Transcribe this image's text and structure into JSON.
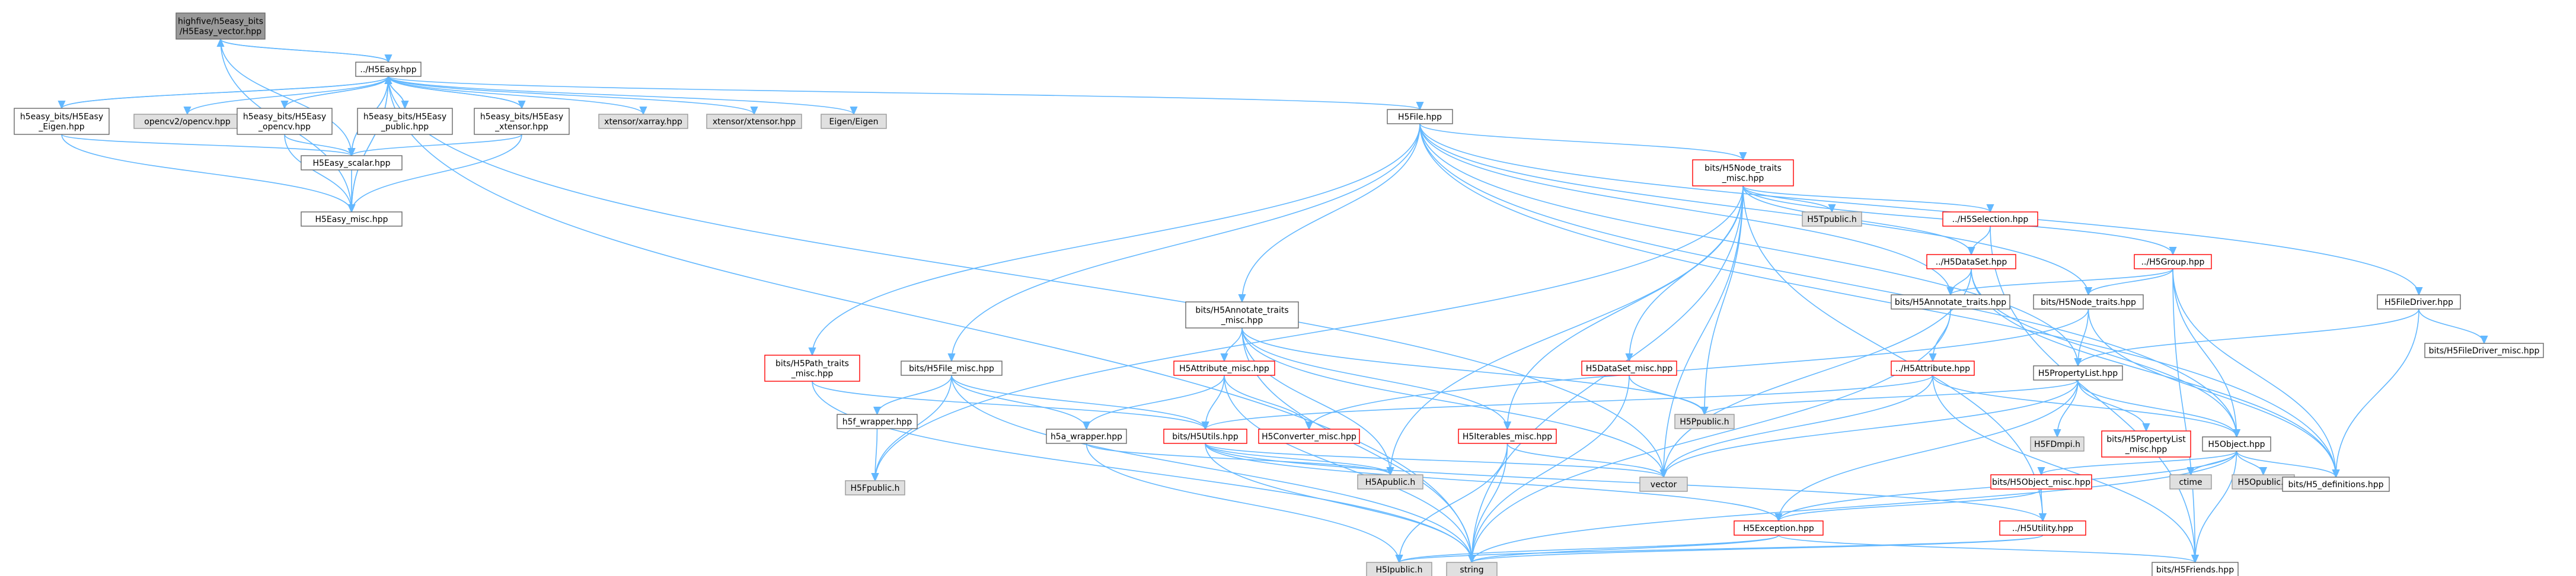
{
  "colors": {
    "edge": "#63B8FF",
    "node_fill": "#FFFFFF",
    "node_border": "#666666",
    "focus_fill": "#999999",
    "focus_border": "#666666",
    "external_fill": "#E0E0E0",
    "external_border": "#999999",
    "incomplete_border": "#FF0000"
  },
  "nodes": [
    {
      "id": "focus",
      "kind": "focus",
      "lines": [
        "highfive/h5easy_bits",
        "/H5Easy_vector.hpp"
      ]
    },
    {
      "id": "h5easy",
      "kind": "normal",
      "lines": [
        "../H5Easy.hpp"
      ]
    },
    {
      "id": "eigen_bits",
      "kind": "normal",
      "lines": [
        "h5easy_bits/H5Easy",
        "_Eigen.hpp"
      ]
    },
    {
      "id": "opencv_ext",
      "kind": "external",
      "lines": [
        "opencv2/opencv.hpp"
      ]
    },
    {
      "id": "opencv_bits",
      "kind": "normal",
      "lines": [
        "h5easy_bits/H5Easy",
        "_opencv.hpp"
      ]
    },
    {
      "id": "public_bits",
      "kind": "normal",
      "lines": [
        "h5easy_bits/H5Easy",
        "_public.hpp"
      ]
    },
    {
      "id": "xtensor_bits",
      "kind": "normal",
      "lines": [
        "h5easy_bits/H5Easy",
        "_xtensor.hpp"
      ]
    },
    {
      "id": "scalar",
      "kind": "normal",
      "lines": [
        "H5Easy_scalar.hpp"
      ]
    },
    {
      "id": "misc",
      "kind": "normal",
      "lines": [
        "H5Easy_misc.hpp"
      ]
    },
    {
      "id": "xarray",
      "kind": "external",
      "lines": [
        "xtensor/xarray.hpp"
      ]
    },
    {
      "id": "xtensor_ext",
      "kind": "external",
      "lines": [
        "xtensor/xtensor.hpp"
      ]
    },
    {
      "id": "eigen_ext",
      "kind": "external",
      "lines": [
        "Eigen/Eigen"
      ]
    },
    {
      "id": "h5file",
      "kind": "normal",
      "lines": [
        "H5File.hpp"
      ]
    },
    {
      "id": "h5node_traits_misc",
      "kind": "incomplete",
      "lines": [
        "bits/H5Node_traits",
        "_misc.hpp"
      ]
    },
    {
      "id": "h5tpublic",
      "kind": "external",
      "lines": [
        "H5Tpublic.h"
      ]
    },
    {
      "id": "h5selection",
      "kind": "incomplete",
      "lines": [
        "../H5Selection.hpp"
      ]
    },
    {
      "id": "h5dataset",
      "kind": "incomplete",
      "lines": [
        "../H5DataSet.hpp"
      ]
    },
    {
      "id": "h5group",
      "kind": "incomplete",
      "lines": [
        "../H5Group.hpp"
      ]
    },
    {
      "id": "annotate_traits_misc",
      "kind": "normal",
      "lines": [
        "bits/H5Annotate_traits",
        "_misc.hpp"
      ]
    },
    {
      "id": "annotate_traits",
      "kind": "normal",
      "lines": [
        "bits/H5Annotate_traits.hpp"
      ]
    },
    {
      "id": "node_traits",
      "kind": "normal",
      "lines": [
        "bits/H5Node_traits.hpp"
      ]
    },
    {
      "id": "filedriver",
      "kind": "normal",
      "lines": [
        "H5FileDriver.hpp"
      ]
    },
    {
      "id": "filedriver_misc",
      "kind": "normal",
      "lines": [
        "bits/H5FileDriver_misc.hpp"
      ]
    },
    {
      "id": "path_traits_misc",
      "kind": "incomplete",
      "lines": [
        "bits/H5Path_traits",
        "_misc.hpp"
      ]
    },
    {
      "id": "file_misc",
      "kind": "normal",
      "lines": [
        "bits/H5File_misc.hpp"
      ]
    },
    {
      "id": "attribute_misc",
      "kind": "incomplete",
      "lines": [
        "H5Attribute_misc.hpp"
      ]
    },
    {
      "id": "dataset_misc",
      "kind": "incomplete",
      "lines": [
        "H5DataSet_misc.hpp"
      ]
    },
    {
      "id": "h5attribute",
      "kind": "incomplete",
      "lines": [
        "../H5Attribute.hpp"
      ]
    },
    {
      "id": "proplist",
      "kind": "normal",
      "lines": [
        "H5PropertyList.hpp"
      ]
    },
    {
      "id": "h5ppublic",
      "kind": "external",
      "lines": [
        "H5Ppublic.h"
      ]
    },
    {
      "id": "h5f_wrapper",
      "kind": "normal",
      "lines": [
        "h5f_wrapper.hpp"
      ]
    },
    {
      "id": "h5a_wrapper",
      "kind": "normal",
      "lines": [
        "h5a_wrapper.hpp"
      ]
    },
    {
      "id": "h5utils",
      "kind": "incomplete",
      "lines": [
        "bits/H5Utils.hpp"
      ]
    },
    {
      "id": "converter_misc",
      "kind": "incomplete",
      "lines": [
        "H5Converter_misc.hpp"
      ]
    },
    {
      "id": "iterables_misc",
      "kind": "incomplete",
      "lines": [
        "H5Iterables_misc.hpp"
      ]
    },
    {
      "id": "h5fdmpi",
      "kind": "external",
      "lines": [
        "H5FDmpi.h"
      ]
    },
    {
      "id": "proplist_misc",
      "kind": "incomplete",
      "lines": [
        "bits/H5PropertyList",
        "_misc.hpp"
      ]
    },
    {
      "id": "h5object",
      "kind": "normal",
      "lines": [
        "H5Object.hpp"
      ]
    },
    {
      "id": "h5fpublic",
      "kind": "external",
      "lines": [
        "H5Fpublic.h"
      ]
    },
    {
      "id": "h5apublic",
      "kind": "external",
      "lines": [
        "H5Apublic.h"
      ]
    },
    {
      "id": "vector",
      "kind": "external",
      "lines": [
        "vector"
      ]
    },
    {
      "id": "ctime",
      "kind": "external",
      "lines": [
        "ctime"
      ]
    },
    {
      "id": "h5opublic",
      "kind": "external",
      "lines": [
        "H5Opublic.h"
      ]
    },
    {
      "id": "h5_definitions",
      "kind": "normal",
      "lines": [
        "bits/H5_definitions.hpp"
      ]
    },
    {
      "id": "object_misc",
      "kind": "incomplete",
      "lines": [
        "bits/H5Object_misc.hpp"
      ]
    },
    {
      "id": "h5utility",
      "kind": "incomplete",
      "lines": [
        "../H5Utility.hpp"
      ]
    },
    {
      "id": "h5exception",
      "kind": "incomplete",
      "lines": [
        "H5Exception.hpp"
      ]
    },
    {
      "id": "h5ipublic",
      "kind": "external",
      "lines": [
        "H5Ipublic.h"
      ]
    },
    {
      "id": "string",
      "kind": "external",
      "lines": [
        "string"
      ]
    },
    {
      "id": "h5friends",
      "kind": "normal",
      "lines": [
        "bits/H5Friends.hpp"
      ]
    }
  ],
  "edges": [
    [
      "focus",
      "h5easy"
    ],
    [
      "focus",
      "scalar"
    ],
    [
      "focus",
      "misc"
    ],
    [
      "h5easy",
      "focus"
    ],
    [
      "h5easy",
      "eigen_bits"
    ],
    [
      "h5easy",
      "opencv_ext"
    ],
    [
      "h5easy",
      "opencv_bits"
    ],
    [
      "h5easy",
      "public_bits"
    ],
    [
      "h5easy",
      "xtensor_bits"
    ],
    [
      "h5easy",
      "scalar"
    ],
    [
      "h5easy",
      "misc"
    ],
    [
      "h5easy",
      "xarray"
    ],
    [
      "h5easy",
      "xtensor_ext"
    ],
    [
      "h5easy",
      "eigen_ext"
    ],
    [
      "h5easy",
      "h5file"
    ],
    [
      "h5easy",
      "string"
    ],
    [
      "h5easy",
      "vector"
    ],
    [
      "eigen_bits",
      "h5easy"
    ],
    [
      "eigen_bits",
      "scalar"
    ],
    [
      "eigen_bits",
      "misc"
    ],
    [
      "opencv_bits",
      "h5easy"
    ],
    [
      "opencv_bits",
      "scalar"
    ],
    [
      "opencv_bits",
      "misc"
    ],
    [
      "public_bits",
      "h5easy"
    ],
    [
      "xtensor_bits",
      "h5easy"
    ],
    [
      "xtensor_bits",
      "scalar"
    ],
    [
      "xtensor_bits",
      "misc"
    ],
    [
      "scalar",
      "h5easy"
    ],
    [
      "scalar",
      "misc"
    ],
    [
      "misc",
      "h5easy"
    ],
    [
      "h5file",
      "h5node_traits_misc"
    ],
    [
      "h5file",
      "annotate_traits_misc"
    ],
    [
      "h5file",
      "annotate_traits"
    ],
    [
      "h5file",
      "node_traits"
    ],
    [
      "h5file",
      "filedriver"
    ],
    [
      "h5file",
      "path_traits_misc"
    ],
    [
      "h5file",
      "file_misc"
    ],
    [
      "h5file",
      "proplist"
    ],
    [
      "h5file",
      "h5object"
    ],
    [
      "h5file",
      "h5_definitions"
    ],
    [
      "h5node_traits_misc",
      "h5tpublic"
    ],
    [
      "h5node_traits_misc",
      "h5selection"
    ],
    [
      "h5node_traits_misc",
      "h5dataset"
    ],
    [
      "h5node_traits_misc",
      "h5group"
    ],
    [
      "h5node_traits_misc",
      "dataset_misc"
    ],
    [
      "h5node_traits_misc",
      "iterables_misc"
    ],
    [
      "h5node_traits_misc",
      "h5ppublic"
    ],
    [
      "h5node_traits_misc",
      "h5apublic"
    ],
    [
      "h5node_traits_misc",
      "vector"
    ],
    [
      "h5node_traits_misc",
      "string"
    ],
    [
      "h5node_traits_misc",
      "h5fpublic"
    ],
    [
      "h5node_traits_misc",
      "h5utility"
    ],
    [
      "h5selection",
      "h5dataset"
    ],
    [
      "h5selection",
      "h5friends"
    ],
    [
      "h5dataset",
      "annotate_traits"
    ],
    [
      "h5dataset",
      "h5object"
    ],
    [
      "h5dataset",
      "h5_definitions"
    ],
    [
      "h5dataset",
      "vector"
    ],
    [
      "h5group",
      "annotate_traits"
    ],
    [
      "h5group",
      "node_traits"
    ],
    [
      "h5group",
      "h5object"
    ],
    [
      "h5group",
      "h5_definitions"
    ],
    [
      "h5group",
      "h5friends"
    ],
    [
      "annotate_traits",
      "h5attribute"
    ],
    [
      "annotate_traits",
      "string"
    ],
    [
      "node_traits",
      "proplist"
    ],
    [
      "node_traits",
      "h5_definitions"
    ],
    [
      "node_traits",
      "converter_misc"
    ],
    [
      "filedriver",
      "proplist"
    ],
    [
      "filedriver",
      "filedriver_misc"
    ],
    [
      "filedriver",
      "h5_definitions"
    ],
    [
      "annotate_traits_misc",
      "attribute_misc"
    ],
    [
      "annotate_traits_misc",
      "iterables_misc"
    ],
    [
      "annotate_traits_misc",
      "h5apublic"
    ],
    [
      "annotate_traits_misc",
      "h5ppublic"
    ],
    [
      "annotate_traits_misc",
      "string"
    ],
    [
      "annotate_traits_misc",
      "vector"
    ],
    [
      "path_traits_misc",
      "h5utils"
    ],
    [
      "path_traits_misc",
      "string"
    ],
    [
      "file_misc",
      "h5f_wrapper"
    ],
    [
      "file_misc",
      "h5fpublic"
    ],
    [
      "file_misc",
      "h5utils"
    ],
    [
      "file_misc",
      "string"
    ],
    [
      "file_misc",
      "h5a_wrapper"
    ],
    [
      "attribute_misc",
      "h5a_wrapper"
    ],
    [
      "attribute_misc",
      "h5utils"
    ],
    [
      "attribute_misc",
      "converter_misc"
    ],
    [
      "attribute_misc",
      "string"
    ],
    [
      "dataset_misc",
      "h5ppublic"
    ],
    [
      "dataset_misc",
      "string"
    ],
    [
      "h5attribute",
      "h5object"
    ],
    [
      "h5attribute",
      "h5utils"
    ],
    [
      "h5attribute",
      "vector"
    ],
    [
      "h5attribute",
      "h5friends"
    ],
    [
      "proplist",
      "h5fdmpi"
    ],
    [
      "proplist",
      "proplist_misc"
    ],
    [
      "proplist",
      "h5object"
    ],
    [
      "proplist",
      "h5ppublic"
    ],
    [
      "proplist",
      "vector"
    ],
    [
      "proplist",
      "h5exception"
    ],
    [
      "h5f_wrapper",
      "h5fpublic"
    ],
    [
      "h5a_wrapper",
      "h5apublic"
    ],
    [
      "h5a_wrapper",
      "h5ipublic"
    ],
    [
      "h5utils",
      "h5apublic"
    ],
    [
      "h5utils",
      "vector"
    ],
    [
      "h5utils",
      "string"
    ],
    [
      "h5utils",
      "h5exception"
    ],
    [
      "h5utils",
      "h5utility"
    ],
    [
      "iterables_misc",
      "vector"
    ],
    [
      "iterables_misc",
      "string"
    ],
    [
      "iterables_misc",
      "h5ipublic"
    ],
    [
      "h5object",
      "ctime"
    ],
    [
      "h5object",
      "h5opublic"
    ],
    [
      "h5object",
      "h5_definitions"
    ],
    [
      "h5object",
      "object_misc"
    ],
    [
      "h5object",
      "h5friends"
    ],
    [
      "h5object",
      "h5exception"
    ],
    [
      "h5object",
      "string"
    ],
    [
      "object_misc",
      "h5exception"
    ],
    [
      "object_misc",
      "h5utility"
    ],
    [
      "h5utility",
      "string"
    ],
    [
      "h5utility",
      "h5ipublic"
    ],
    [
      "h5exception",
      "h5ipublic"
    ],
    [
      "h5exception",
      "string"
    ],
    [
      "h5exception",
      "h5friends"
    ]
  ]
}
